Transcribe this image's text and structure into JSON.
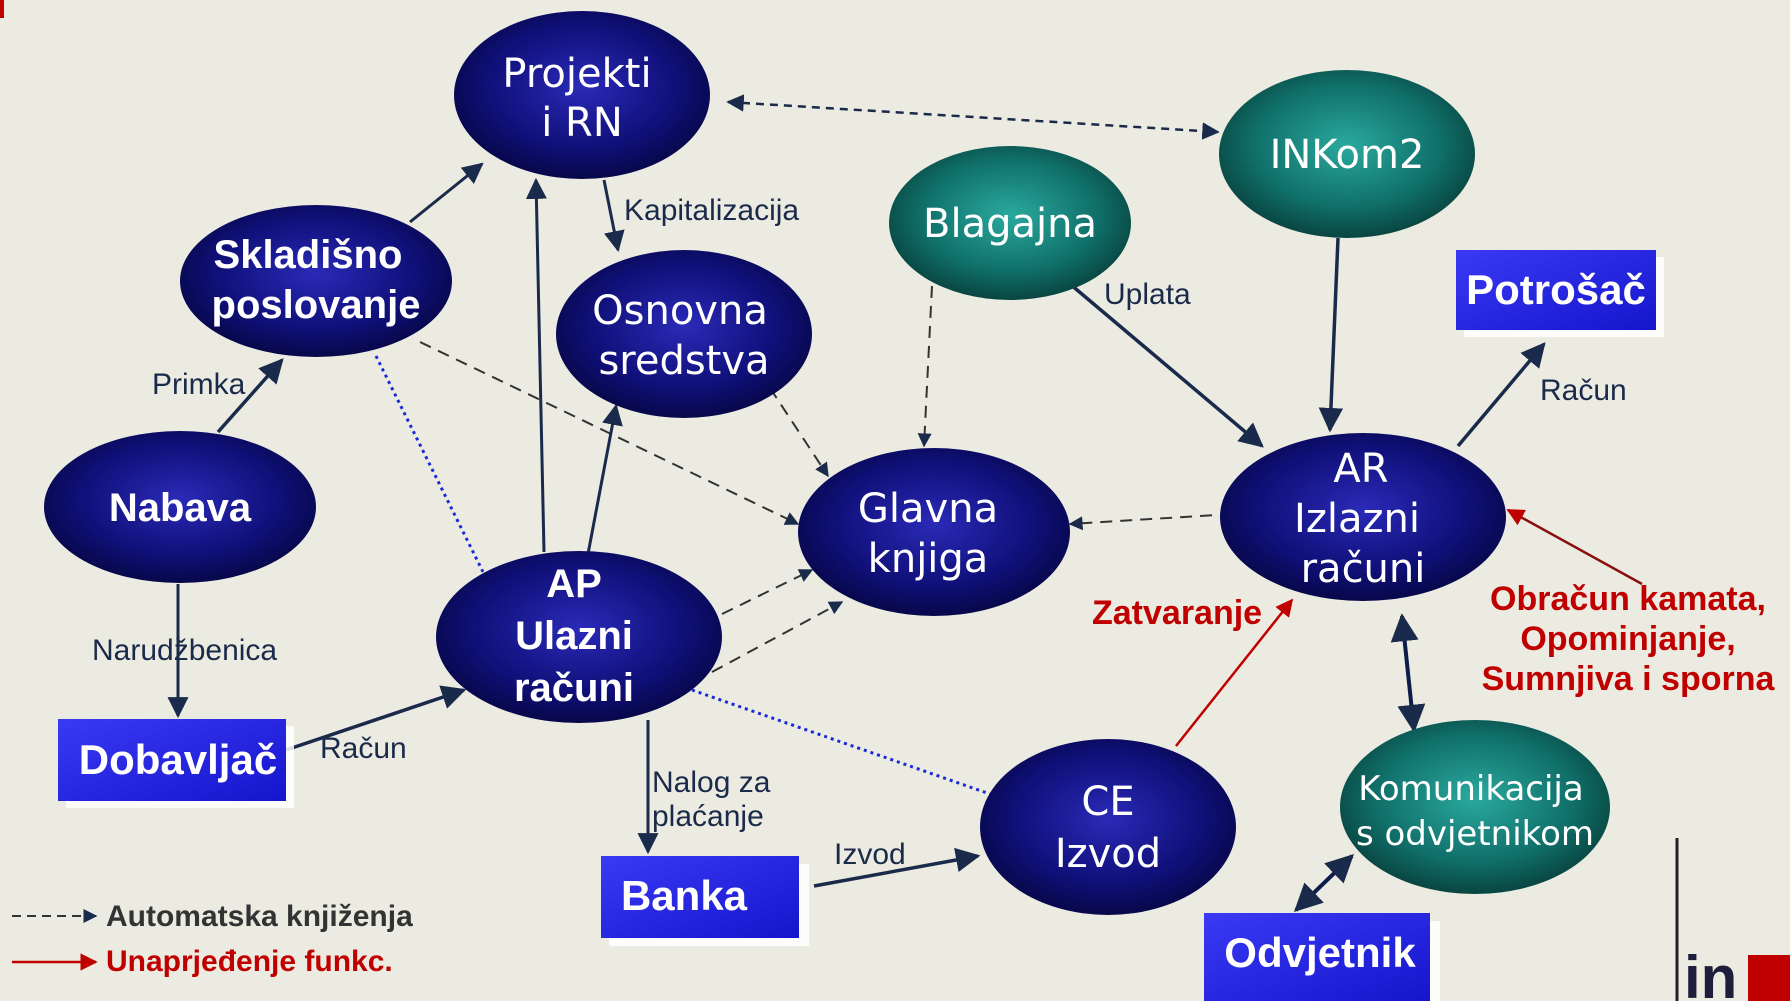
{
  "colors": {
    "background": "#ecebe1",
    "navy_node": "#0d0d6e",
    "teal_node": "#0f6a64",
    "box_fill": "#2424e6",
    "edge": "#1a2a4a",
    "dotted_blue": "#1a2ad8",
    "improvement": "#c00000"
  },
  "nodes": {
    "projekti": [
      "Projekti",
      "i RN"
    ],
    "skladisno": [
      "Skladišno",
      "poslovanje"
    ],
    "osnovna": [
      "Osnovna",
      "sredstva"
    ],
    "nabava": [
      "Nabava"
    ],
    "ap": [
      "AP",
      "Ulazni",
      "računi"
    ],
    "glavna": [
      "Glavna",
      "knjiga"
    ],
    "blagajna": [
      "Blagajna"
    ],
    "inkom": [
      "INKom2"
    ],
    "ar": [
      "AR",
      "Izlazni",
      "računi"
    ],
    "ce": [
      "CE",
      "Izvod"
    ],
    "komunikacija": [
      "Komunikacija",
      "s odvjetnikom"
    ]
  },
  "boxes": {
    "potrosac": "Potrošač",
    "dobavljac": "Dobavljač",
    "banka": "Banka",
    "odvjetnik": "Odvjetnik"
  },
  "edge_labels": {
    "kapitalizacija": "Kapitalizacija",
    "uplata": "Uplata",
    "racun_ar": "Račun",
    "primka": "Primka",
    "narudzbenica": "Narudžbenica",
    "racun_ap": "Račun",
    "nalog": [
      "Nalog za",
      "plaćanje"
    ],
    "izvod": "Izvod",
    "zatvaranje": "Zatvaranje",
    "obracun": [
      "Obračun kamata,",
      "Opominjanje,",
      "Sumnjiva i sporna"
    ]
  },
  "legend": {
    "automatic": "Automatska knjiženja",
    "improvement": "Unaprjeđenje funkc."
  },
  "logo": {
    "text": "in"
  }
}
